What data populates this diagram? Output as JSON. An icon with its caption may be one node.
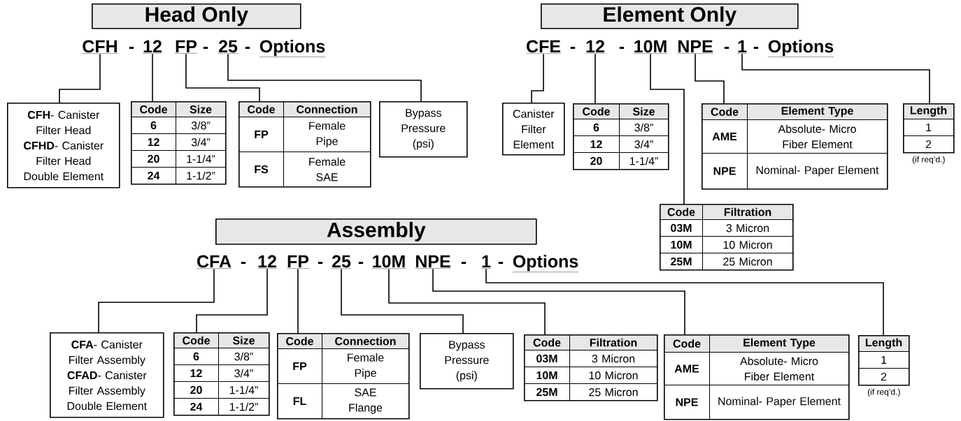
{
  "diagram": {
    "nodes": [
      {
        "text": [
          "Head Only"
        ]
      },
      {
        "text": [
          "CFH"
        ]
      },
      {
        "text": [
          "12"
        ]
      },
      {
        "text": [
          "FP"
        ]
      },
      {
        "text": [
          "25"
        ]
      },
      {
        "text": [
          "**CFH**- Canister Filter Head",
          "**CFHD**- Canister Filter Head Double Element"
        ]
      },
      {
        "text": [
          "Code",
          "Size",
          "6",
          "3/8”",
          "12",
          "3/4”",
          "20",
          "1-1/4”",
          "24",
          "1-1/2”"
        ]
      },
      {
        "text": [
          "Code",
          "Connection",
          "FP",
          "Female Pipe",
          "FS",
          "Female SAE"
        ]
      },
      {
        "text": [
          "Bypass Pressure (psi)"
        ]
      },
      {
        "text": [
          "Element Only"
        ]
      },
      {
        "text": [
          "CFE"
        ]
      },
      {
        "text": [
          "12"
        ]
      },
      {
        "text": [
          "10M"
        ]
      },
      {
        "text": [
          "NPE"
        ]
      },
      {
        "text": [
          "1"
        ]
      },
      {
        "text": [
          "Canister Filter Element"
        ]
      },
      {
        "text": [
          "Code",
          "Size",
          "6",
          "3/8”",
          "12",
          "3/4”",
          "20",
          "1-1/4”"
        ]
      },
      {
        "text": [
          "Code",
          "Element Type",
          "AME",
          "Absolute- Micro Fiber Element",
          "NPE",
          "Nominal- Paper Element"
        ]
      },
      {
        "text": [
          "Length",
          "1",
          "2"
        ],
        "beside": [
          "(if req’d.)"
        ]
      },
      {
        "text": [
          "Code",
          "Filtration",
          "03M",
          "3 Micron",
          "10M",
          "10 Micron",
          "25M",
          "25 Micron"
        ]
      },
      {
        "text": [
          "Assembly"
        ]
      },
      {
        "text": [
          "CFA"
        ]
      },
      {
        "text": [
          "12"
        ]
      },
      {
        "text": [
          "FP"
        ]
      },
      {
        "text": [
          "25"
        ]
      },
      {
        "text": [
          "10M"
        ]
      },
      {
        "text": [
          "NPE"
        ]
      },
      {
        "text": [
          "1"
        ]
      },
      {
        "text": [
          "**CFA**- Canister Filter Assembly",
          "**CFAD**- Canister Filter Assembly Double Element"
        ]
      },
      {
        "text": [
          "Code",
          "Size",
          "6",
          "3/8”",
          "12",
          "3/4”",
          "20",
          "1-1/4”",
          "24",
          "1-1/2”"
        ]
      },
      {
        "text": [
          "Code",
          "Connection",
          "FP",
          "Female Pipe",
          "FL",
          "SAE Flange"
        ]
      },
      {
        "text": [
          "Bypass Pressure (psi)"
        ]
      },
      {
        "text": [
          "Code",
          "Filtration",
          "03M",
          "3 Micron",
          "10M",
          "10 Micron",
          "25M",
          "25 Micron"
        ]
      },
      {
        "text": [
          "Code",
          "Element Type",
          "AME",
          "Absolute- Micro Fiber Element",
          "NPE",
          "Nominal- Paper Element"
        ]
      },
      {
        "text": [
          "Length",
          "1",
          "2"
        ],
        "beside": [
          "(if req’d.)"
        ]
      }
    ],
    "edges": [
      {
        "from": 1,
        "to": 5,
        "arrow": "none"
      },
      {
        "from": 2,
        "to": 6,
        "arrow": "none"
      },
      {
        "from": 3,
        "to": 7,
        "arrow": "none"
      },
      {
        "from": 4,
        "to": 8,
        "arrow": "none"
      },
      {
        "from": 10,
        "to": 15,
        "arrow": "none"
      },
      {
        "from": 11,
        "to": 16,
        "arrow": "none"
      },
      {
        "from": 12,
        "to": 19,
        "arrow": "none"
      },
      {
        "from": 13,
        "to": 17,
        "arrow": "none"
      },
      {
        "from": 14,
        "to": 18,
        "arrow": "none"
      },
      {
        "from": 21,
        "to": 28,
        "arrow": "none"
      },
      {
        "from": 22,
        "to": 29,
        "arrow": "none"
      },
      {
        "from": 23,
        "to": 30,
        "arrow": "none"
      },
      {
        "from": 24,
        "to": 31,
        "arrow": "none"
      },
      {
        "from": 25,
        "to": 32,
        "arrow": "none"
      },
      {
        "from": 26,
        "to": 33,
        "arrow": "none"
      },
      {
        "from": 27,
        "to": 34,
        "arrow": "none"
      }
    ],
    "labels": [
      "-",
      "-",
      "-",
      "Options",
      "-",
      "-",
      "-",
      "-",
      "Options",
      "-",
      "-",
      "-",
      "-",
      "-",
      "Options"
    ]
  }
}
